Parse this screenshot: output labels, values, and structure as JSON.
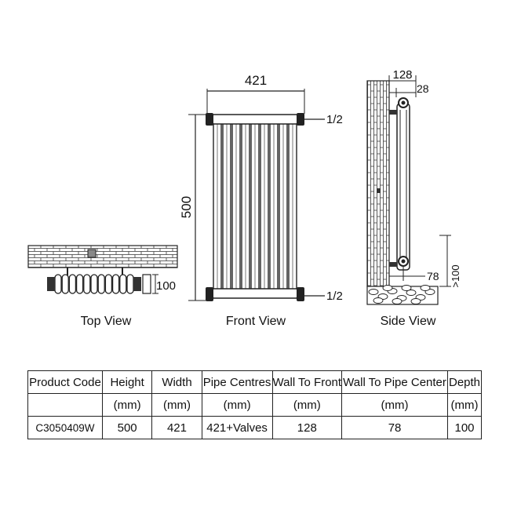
{
  "front_view": {
    "caption": "Front View",
    "width_label": "421",
    "height_label": "500",
    "top_pipe_label": "1/2",
    "bottom_pipe_label": "1/2"
  },
  "top_view": {
    "caption": "Top View",
    "depth_label": "100"
  },
  "side_view": {
    "caption": "Side View",
    "wall_to_front_label": "128",
    "bracket_label": "28",
    "wall_to_pipe_label": "78",
    "floor_clearance_label": ">100"
  },
  "spec_table": {
    "headers": [
      "Product Code",
      "Height",
      "Width",
      "Pipe Centres",
      "Wall To Front",
      "Wall To Pipe Center",
      "Depth"
    ],
    "units": [
      "",
      "(mm)",
      "(mm)",
      "(mm)",
      "(mm)",
      "(mm)",
      "(mm)"
    ],
    "rows": [
      [
        "C3050409W",
        "500",
        "421",
        "421+Valves",
        "128",
        "78",
        "100"
      ]
    ]
  }
}
